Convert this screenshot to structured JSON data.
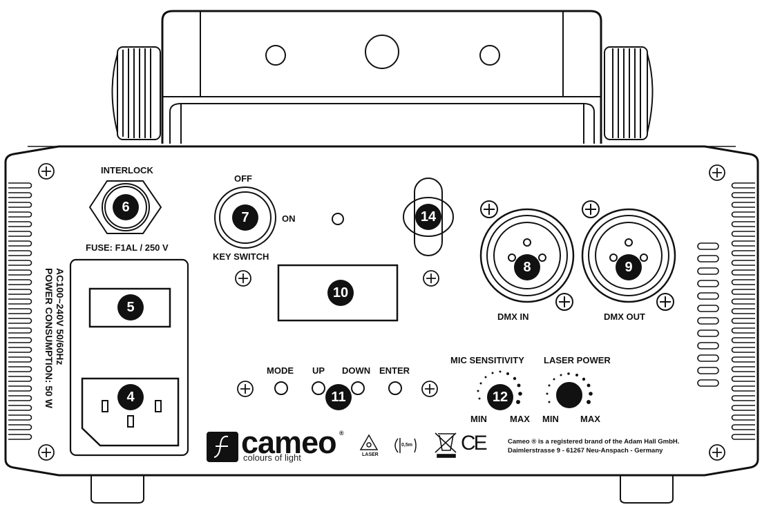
{
  "labels": {
    "interlock": "INTERLOCK",
    "fuse": "FUSE: F1AL / 250 V",
    "off": "OFF",
    "on": "ON",
    "key_switch": "KEY SWITCH",
    "dmx_in": "DMX IN",
    "dmx_out": "DMX OUT",
    "mode": "MODE",
    "up": "UP",
    "down": "DOWN",
    "enter": "ENTER",
    "mic_sensitivity": "MIC SENSITIVITY",
    "laser_power": "LASER POWER",
    "min1": "MIN",
    "max1": "MAX",
    "min2": "MIN",
    "max2": "MAX",
    "power_line1": "AC100~240V 50/60Hz",
    "power_line2": "POWER CONSUMPTION: 50 W"
  },
  "callouts": {
    "n4": "4",
    "n5": "5",
    "n6": "6",
    "n7": "7",
    "n8": "8",
    "n9": "9",
    "n10": "10",
    "n11": "11",
    "n12": "12",
    "n14": "14"
  },
  "brand": {
    "name": "cameo",
    "slogan": "colours of light",
    "registered": "®",
    "legal_line1": "Cameo ® is a registered brand of the Adam Hall GmbH.",
    "legal_line2": "Daimlerstrasse 9 - 61267 Neu-Anspach - Germany"
  },
  "symbols": {
    "laser": "LASER",
    "distance": "0,5m",
    "ce": "CE"
  }
}
